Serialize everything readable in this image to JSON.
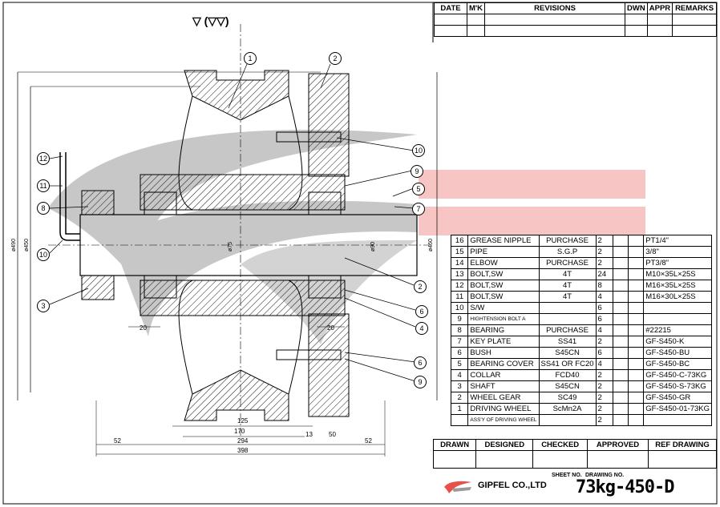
{
  "finish_symbol": "▽ (▽▽)",
  "revisions": {
    "headers": [
      "DATE",
      "M'K",
      "REVISIONS",
      "DWN",
      "APPR",
      "REMARKS"
    ]
  },
  "parts": [
    {
      "no": "16",
      "name": "GREASE NIPPLE",
      "material": "PURCHASE",
      "qty": "2",
      "remark": "PT1/4\""
    },
    {
      "no": "15",
      "name": "PIPE",
      "material": "S.G.P",
      "qty": "2",
      "remark": "3/8\""
    },
    {
      "no": "14",
      "name": "ELBOW",
      "material": "PURCHASE",
      "qty": "2",
      "remark": "PT3/8\""
    },
    {
      "no": "13",
      "name": "BOLT,SW",
      "material": "4T",
      "qty": "24",
      "remark": "M10×35L×25S"
    },
    {
      "no": "12",
      "name": "BOLT,SW",
      "material": "4T",
      "qty": "8",
      "remark": "M16×35L×25S"
    },
    {
      "no": "11",
      "name": "BOLT,SW",
      "material": "4T",
      "qty": "4",
      "remark": "M16×30L×25S"
    },
    {
      "no": "10",
      "name": "S/W",
      "material": "",
      "qty": "6",
      "remark": ""
    },
    {
      "no": "9",
      "name": "HIGHTENSION BOLT A",
      "material": "",
      "qty": "6",
      "remark": ""
    },
    {
      "no": "8",
      "name": "BEARING",
      "material": "PURCHASE",
      "qty": "4",
      "remark": "#22215"
    },
    {
      "no": "7",
      "name": "KEY PLATE",
      "material": "SS41",
      "qty": "2",
      "remark": "GF-S450-K"
    },
    {
      "no": "6",
      "name": "BUSH",
      "material": "S45CN",
      "qty": "6",
      "remark": "GF-S450-BU"
    },
    {
      "no": "5",
      "name": "BEARING COVER",
      "material": "SS41 OR FC20",
      "qty": "4",
      "remark": "GF-S450-BC"
    },
    {
      "no": "4",
      "name": "COLLAR",
      "material": "FCD40",
      "qty": "2",
      "remark": "GF-S450-C-73KG"
    },
    {
      "no": "3",
      "name": "SHAFT",
      "material": "S45CN",
      "qty": "2",
      "remark": "GF-S450-S-73KG"
    },
    {
      "no": "2",
      "name": "WHEEL GEAR",
      "material": "SC49",
      "qty": "2",
      "remark": "GF-S450-GR"
    },
    {
      "no": "1",
      "name": "DRIVING WHEEL",
      "material": "ScMn2A",
      "qty": "2",
      "remark": "GF-S450-01-73KG"
    },
    {
      "no": "",
      "name": "ASS'Y OF DRIVING WHEEL",
      "material": "",
      "qty": "2",
      "remark": ""
    }
  ],
  "title_block": {
    "headers": [
      "DRAWN",
      "DESIGNED",
      "CHECKED",
      "APPROVED",
      "REF DRAWING"
    ],
    "sheet_no_label": "SHEET NO.",
    "drawing_no_label": "DRAWING NO.",
    "company": "GIPFEL CO.,LTD",
    "drawing_no": "73kg-450-D"
  },
  "dimensions": [
    "ø490",
    "ø450",
    "ø75",
    "ø90",
    "ø460",
    "20",
    "20",
    "125",
    "170",
    "13",
    "50",
    "52",
    "294",
    "52",
    "398"
  ],
  "balloons": [
    "1",
    "2",
    "12",
    "11",
    "8",
    "10",
    "3",
    "10",
    "9",
    "5",
    "7",
    "2",
    "6",
    "4",
    "6",
    "9"
  ],
  "colors": {
    "logo_red": "#e8504a",
    "logo_grey": "#9a9a9a",
    "hatch": "#000000"
  }
}
